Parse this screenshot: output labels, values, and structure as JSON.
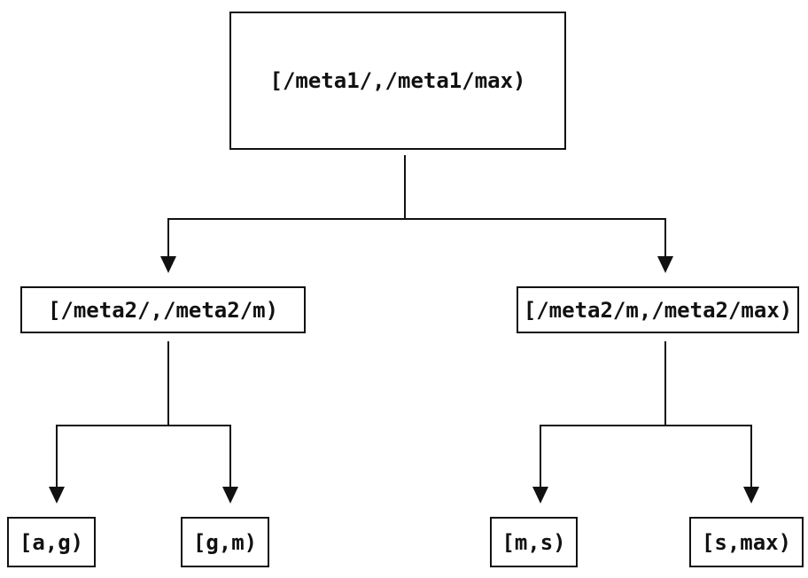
{
  "diagram": {
    "type": "tree",
    "background": "#ffffff",
    "line_color": "#111111",
    "text_color": "#111111",
    "nodes": {
      "root": {
        "label": "[/meta1/,/meta1/max)"
      },
      "mid_left": {
        "label": "[/meta2/,/meta2/m)"
      },
      "mid_right": {
        "label": "[/meta2/m,/meta2/max)"
      },
      "leaf_ag": {
        "label": "[a,g)"
      },
      "leaf_gm": {
        "label": "[g,m)"
      },
      "leaf_ms": {
        "label": "[m,s)"
      },
      "leaf_smax": {
        "label": "[s,max)"
      }
    },
    "edges": [
      {
        "from": "root",
        "to": "mid_left"
      },
      {
        "from": "root",
        "to": "mid_right"
      },
      {
        "from": "mid_left",
        "to": "leaf_ag"
      },
      {
        "from": "mid_left",
        "to": "leaf_gm"
      },
      {
        "from": "mid_right",
        "to": "leaf_ms"
      },
      {
        "from": "mid_right",
        "to": "leaf_smax"
      }
    ]
  }
}
